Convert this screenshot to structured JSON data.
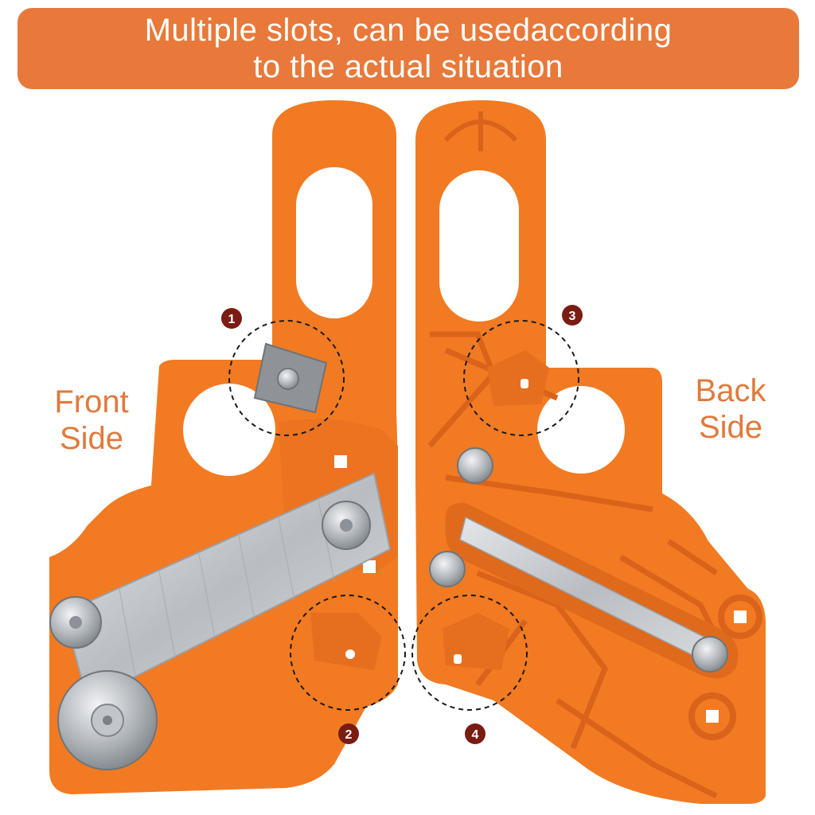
{
  "banner": {
    "line1": "Multiple slots, can be usedaccording",
    "line2": "to the actual situation"
  },
  "labels": {
    "front_line1": "Front",
    "front_line2": "Side",
    "back_line1": "Back",
    "back_line2": "Side"
  },
  "markers": [
    "1",
    "2",
    "3",
    "4"
  ],
  "colors": {
    "banner": "#e8793a",
    "tool_orange": "#f27a22",
    "tool_shadow": "#d9631a",
    "label_text": "#e07a3c",
    "marker_badge": "#7a1c12",
    "blade_steel": "#c9ccd0"
  }
}
